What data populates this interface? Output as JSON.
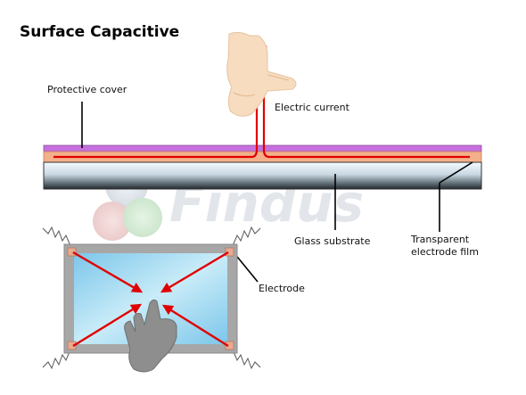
{
  "title": "Surface Capacitive",
  "labels": {
    "protective_cover": "Protective cover",
    "electric_current": "Electric current",
    "glass_substrate": "Glass substrate",
    "transparent_electrode_film_line1": "Transparent",
    "transparent_electrode_film_line2": "electrode film",
    "electrode": "Electrode"
  },
  "watermark": "Findus",
  "colors": {
    "current": "#e00000",
    "protective_cover": "#c070d8",
    "electrode_film": "#f4b08a",
    "glass_top": "#eef7ff",
    "glass_bottom": "#2a3135",
    "frame": "#a8a8a8",
    "panel": "#8fd0ee",
    "hand_skin": "#f5dcc0",
    "hand_gray": "#8c8c8c",
    "electrode_pad": "#e8aa90"
  }
}
